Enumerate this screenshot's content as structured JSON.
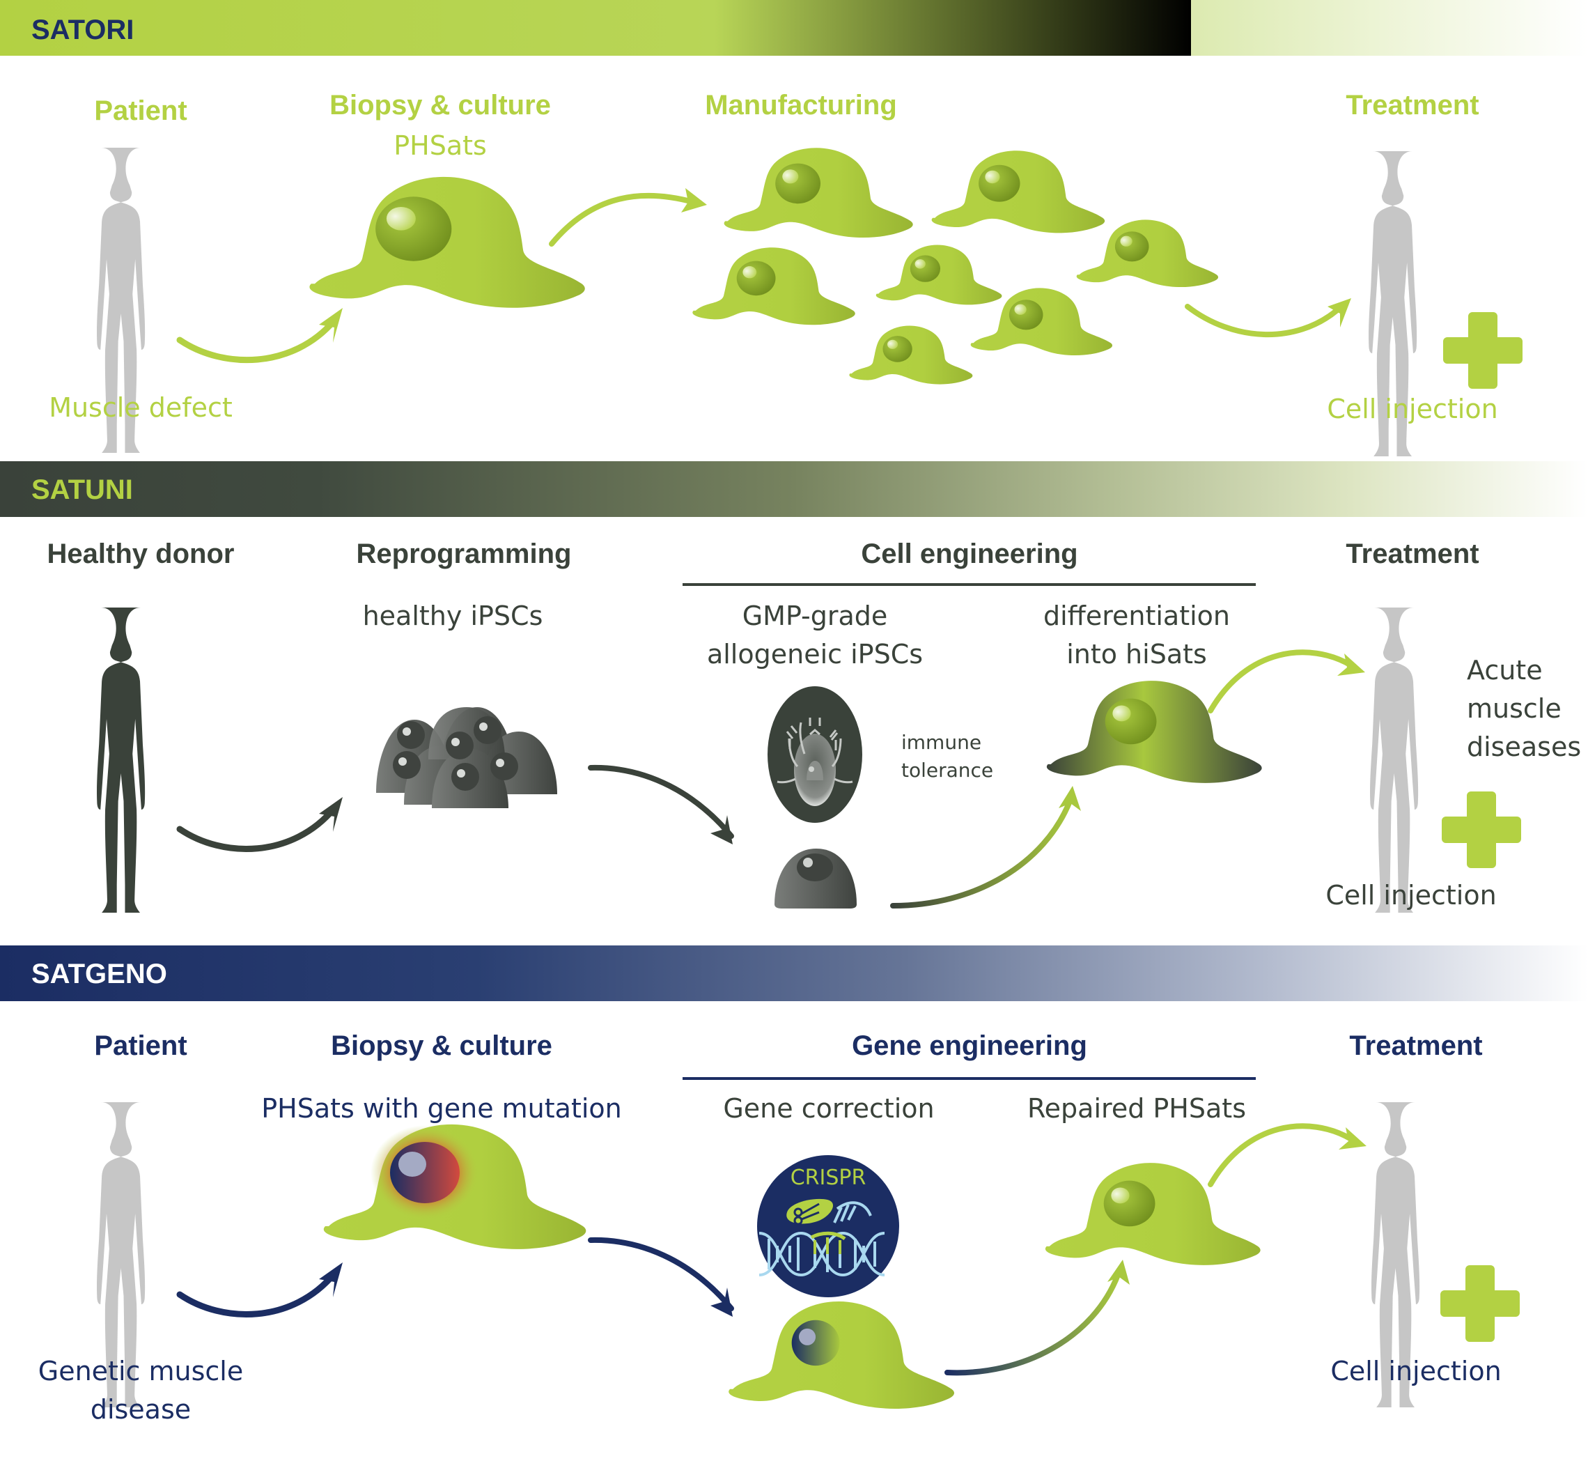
{
  "colors": {
    "lime": "#b3d143",
    "lime_dark": "#8fae2a",
    "olive_dark": "#3a423a",
    "navy": "#1b2d63",
    "figure_grey": "#c6c6c6",
    "cell_grey": "#5a5e5a",
    "dna_light": "#a9d8ef"
  },
  "sections": [
    {
      "id": "satori",
      "title": "SATORI",
      "steps": {
        "patient": {
          "heading": "Patient",
          "caption": "Muscle defect"
        },
        "biopsy": {
          "heading": "Biopsy & culture",
          "subtitle": "PHSats"
        },
        "manufacturing": {
          "heading": "Manufacturing"
        },
        "treatment": {
          "heading": "Treatment",
          "caption": "Cell injection"
        }
      }
    },
    {
      "id": "satuni",
      "title": "SATUNI",
      "steps": {
        "donor": {
          "heading": "Healthy donor"
        },
        "reprogramming": {
          "heading": "Reprogramming",
          "subtitle": "healthy iPSCs"
        },
        "engineering": {
          "heading": "Cell engineering",
          "left_subtitle_line1": "GMP-grade",
          "left_subtitle_line2": "allogeneic iPSCs",
          "right_subtitle_line1": "differentiation",
          "right_subtitle_line2": "into hiSats",
          "annotation_line1": "immune",
          "annotation_line2": "tolerance"
        },
        "treatment": {
          "heading": "Treatment",
          "side_line1": "Acute",
          "side_line2": "muscle",
          "side_line3": "diseases",
          "caption": "Cell injection"
        }
      }
    },
    {
      "id": "satgeno",
      "title": "SATGENO",
      "steps": {
        "patient": {
          "heading": "Patient",
          "caption_line1": "Genetic muscle",
          "caption_line2": "disease"
        },
        "biopsy": {
          "heading": "Biopsy & culture",
          "subtitle": "PHSats with gene mutation"
        },
        "engineering": {
          "heading": "Gene engineering",
          "left_subtitle": "Gene correction",
          "right_subtitle": "Repaired PHSats",
          "crispr_label": "CRISPR"
        },
        "treatment": {
          "heading": "Treatment",
          "caption": "Cell injection"
        }
      }
    }
  ]
}
